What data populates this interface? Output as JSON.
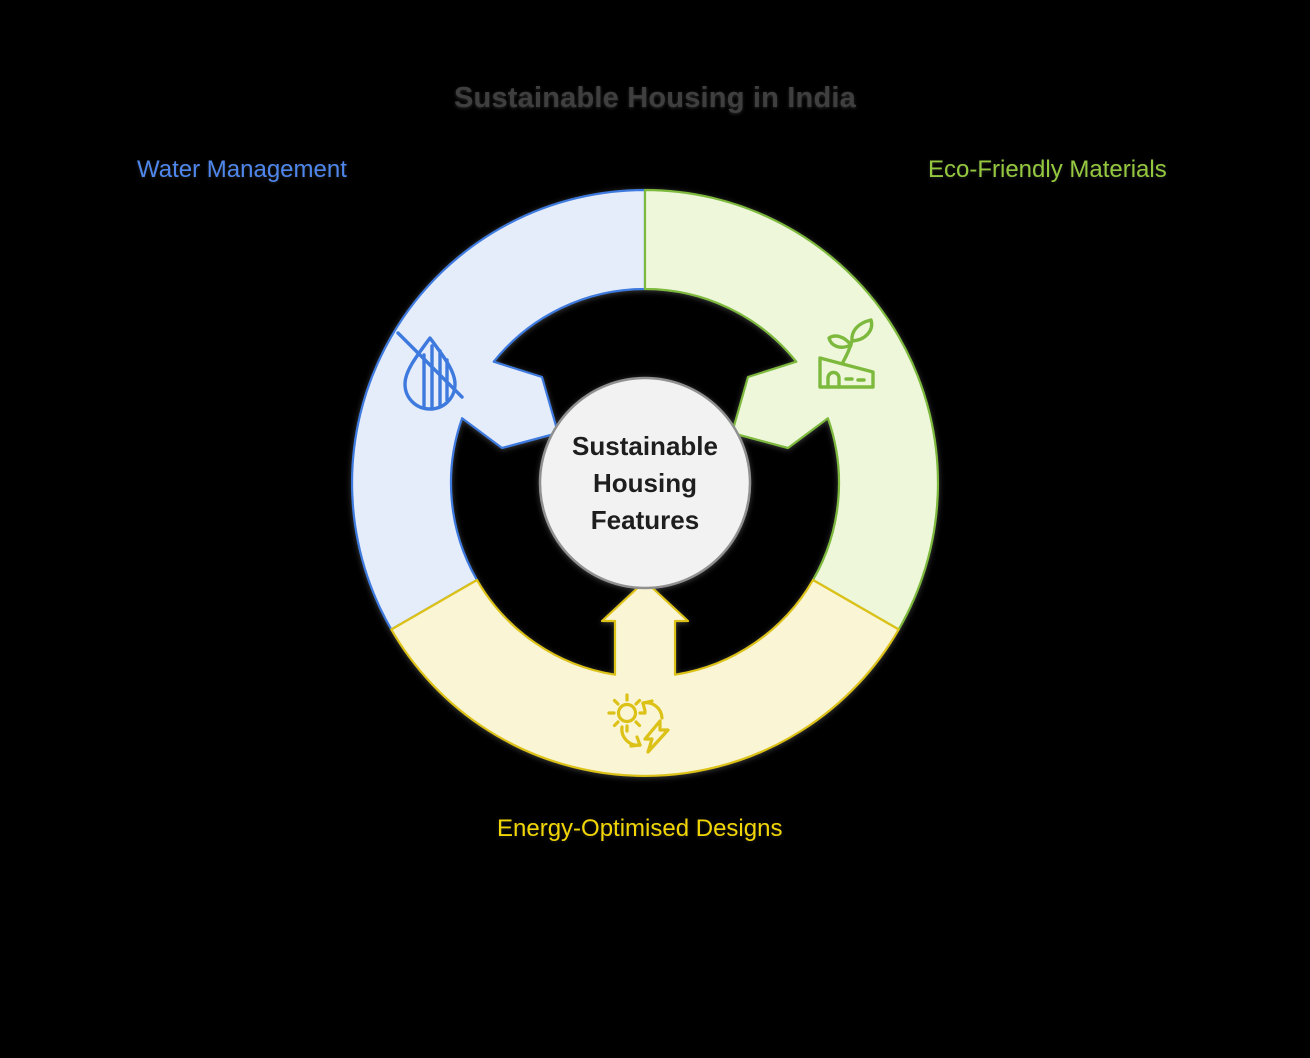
{
  "background": "#000000",
  "title": {
    "text": "Sustainable Housing in India",
    "color": "#3f3f3f"
  },
  "hub": {
    "text": "Sustainable\nHousing\nFeatures",
    "text_color": "#1e1e1e",
    "fill": "#f2f2f2",
    "stroke": "#909090"
  },
  "segments": [
    {
      "name": "Water Management",
      "position": "top-left",
      "fill": "#e5edfb",
      "stroke": "#3e7ade",
      "label_color": "#4e86ec",
      "icon": "droplet-slash-icon"
    },
    {
      "name": "Eco-Friendly Materials",
      "position": "top-right",
      "fill": "#eff7db",
      "stroke": "#7db93d",
      "label_color": "#94c83e",
      "icon": "building-sprout-icon"
    },
    {
      "name": "Energy-Optimised Designs",
      "position": "bottom",
      "fill": "#faf5d5",
      "stroke": "#dcc117",
      "label_color": "#f1d505",
      "icon": "sun-recycle-lightning-icon"
    }
  ]
}
